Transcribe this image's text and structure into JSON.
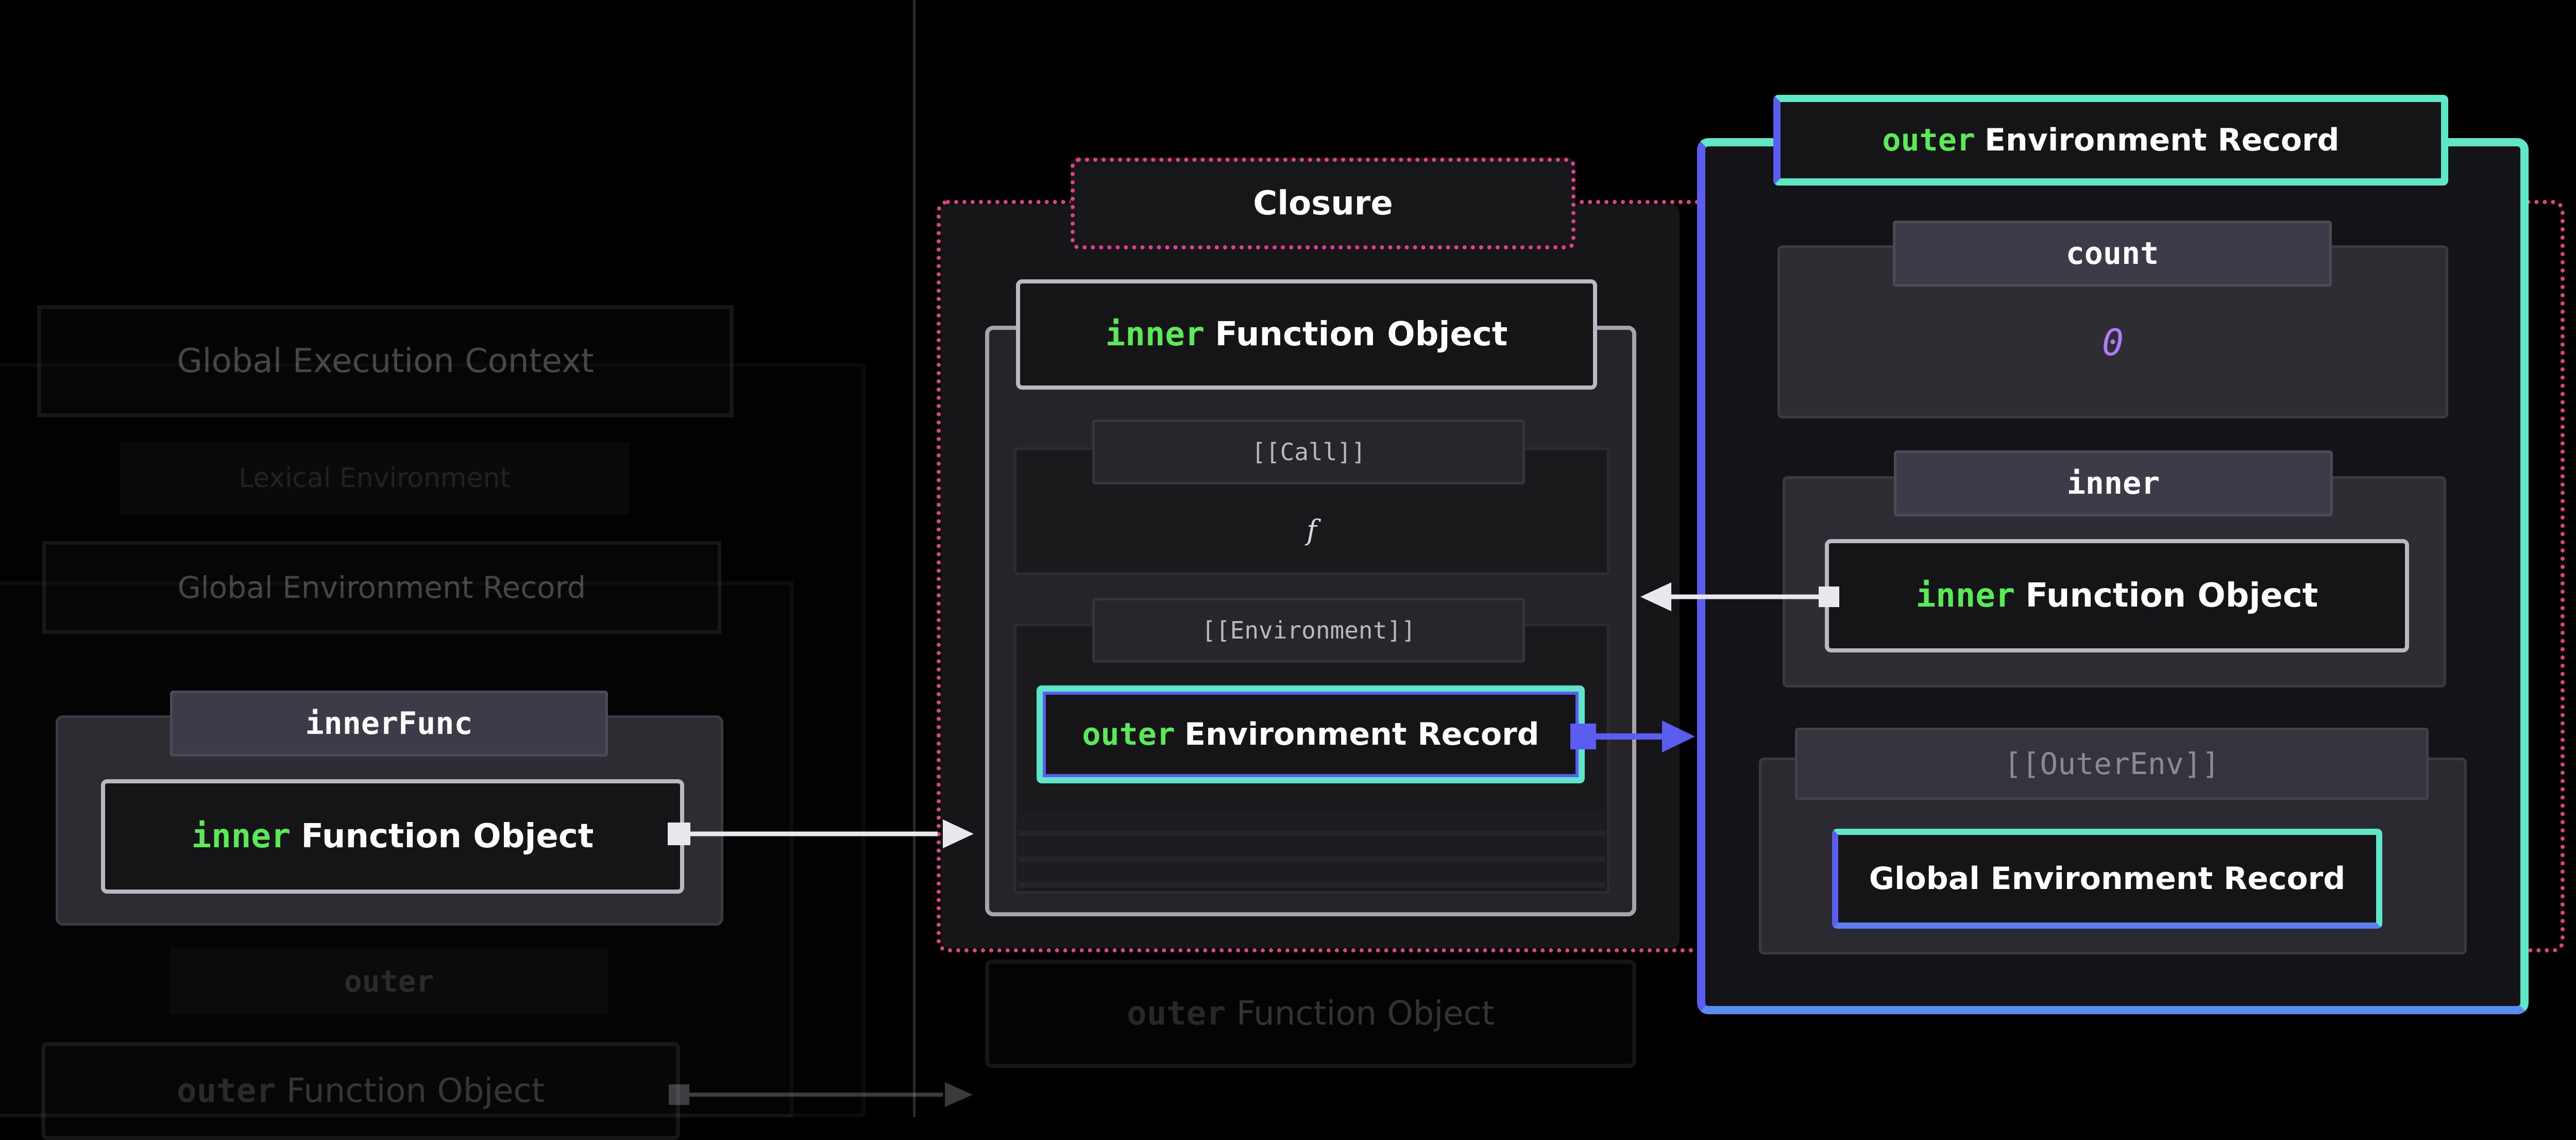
{
  "global_context": {
    "title": "Global Execution Context",
    "lexical_env_label": "Lexical Environment",
    "env_record_label": "Global Environment Record",
    "inner_func_slot": {
      "label": "innerFunc",
      "value_keyword": "inner",
      "value_text": "Function Object"
    },
    "outer_slot": {
      "label": "outer",
      "value_keyword": "outer",
      "value_text": "Function Object"
    }
  },
  "closure": {
    "label": "Closure",
    "function_object": {
      "keyword": "inner",
      "text": "Function Object",
      "call_slot": {
        "label": "[[Call]]",
        "value": "f"
      },
      "environment_slot": {
        "label": "[[Environment]]",
        "value_keyword": "outer",
        "value_text": "Environment Record"
      }
    },
    "outer_environment_record": {
      "keyword": "outer",
      "text": "Environment Record",
      "count_slot": {
        "label": "count",
        "value": "0"
      },
      "inner_slot": {
        "label": "inner",
        "value_keyword": "inner",
        "value_text": "Function Object"
      },
      "outer_env_slot": {
        "label": "[[OuterEnv]]",
        "value": "Global Environment Record"
      }
    }
  },
  "ghost_outer_function": {
    "keyword": "outer",
    "text": "Function Object"
  },
  "colors": {
    "background": "#000000",
    "keyword_green": "#5bea57",
    "closure_dotted_pink": "#e0408a",
    "env_border_blue": "#5b5cf0",
    "env_border_teal": "#5ee8c8",
    "count_value_purple": "#b07cf5",
    "function_border_gray": "#b9b9c3",
    "arrow_white": "#e8e8ee",
    "arrow_blue": "#5b5cf0"
  }
}
